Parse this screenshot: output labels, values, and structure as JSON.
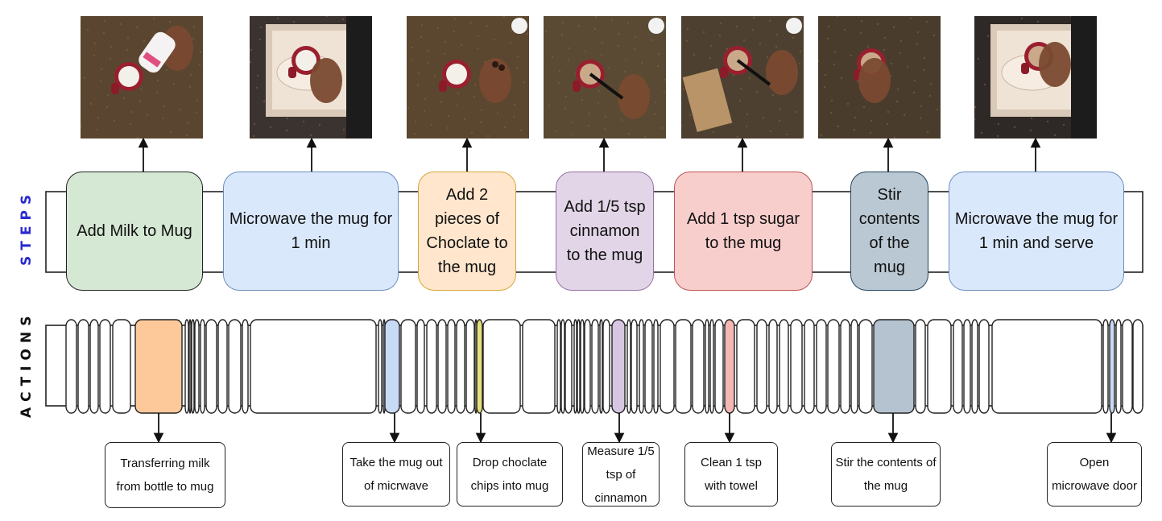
{
  "labels": {
    "steps": "STEPS",
    "actions": "ACTIONS"
  },
  "colors": {
    "steps_label": "#2a2ad0",
    "actions_label": "#111111",
    "green": "#d5e8d4",
    "blue": "#dae8fc",
    "orange": "#ffe6cc",
    "purple": "#e1d5e7",
    "red": "#f8cecc",
    "gray": "#bac8d3"
  },
  "steps": [
    {
      "text": "Add Milk to Mug",
      "color": "green",
      "photo": "milk-pouring-photo"
    },
    {
      "text": "Microwave the mug for 1 min",
      "color": "blue",
      "photo": "microwave-photo"
    },
    {
      "text": "Add 2 pieces of Choclate to the mug",
      "color": "orange",
      "photo": "chocolate-photo"
    },
    {
      "text": "Add 1/5 tsp cinnamon to the mug",
      "color": "purple",
      "photo": "cinnamon-photo"
    },
    {
      "text": "Add 1 tsp sugar to the mug",
      "color": "red",
      "photo": "sugar-photo"
    },
    {
      "text": "Stir contents of the mug",
      "color": "gray",
      "photo": "stirring-photo"
    },
    {
      "text": "Microwave the mug for 1 min and serve",
      "color": "blue",
      "photo": "serve-photo"
    }
  ],
  "actions": [
    {
      "text": "Transferring milk from bottle to mug",
      "color": "orange"
    },
    {
      "text": "Take the mug out of micrwave",
      "color": "blue"
    },
    {
      "text": "Drop choclate chips into mug",
      "color": "orange"
    },
    {
      "text": "Measure 1/5 tsp of cinnamon",
      "color": "purple"
    },
    {
      "text": "Clean 1 tsp with towel",
      "color": "red"
    },
    {
      "text": "Stir the contents of the mug",
      "color": "gray"
    },
    {
      "text": "Open microwave door",
      "color": "blue"
    }
  ]
}
